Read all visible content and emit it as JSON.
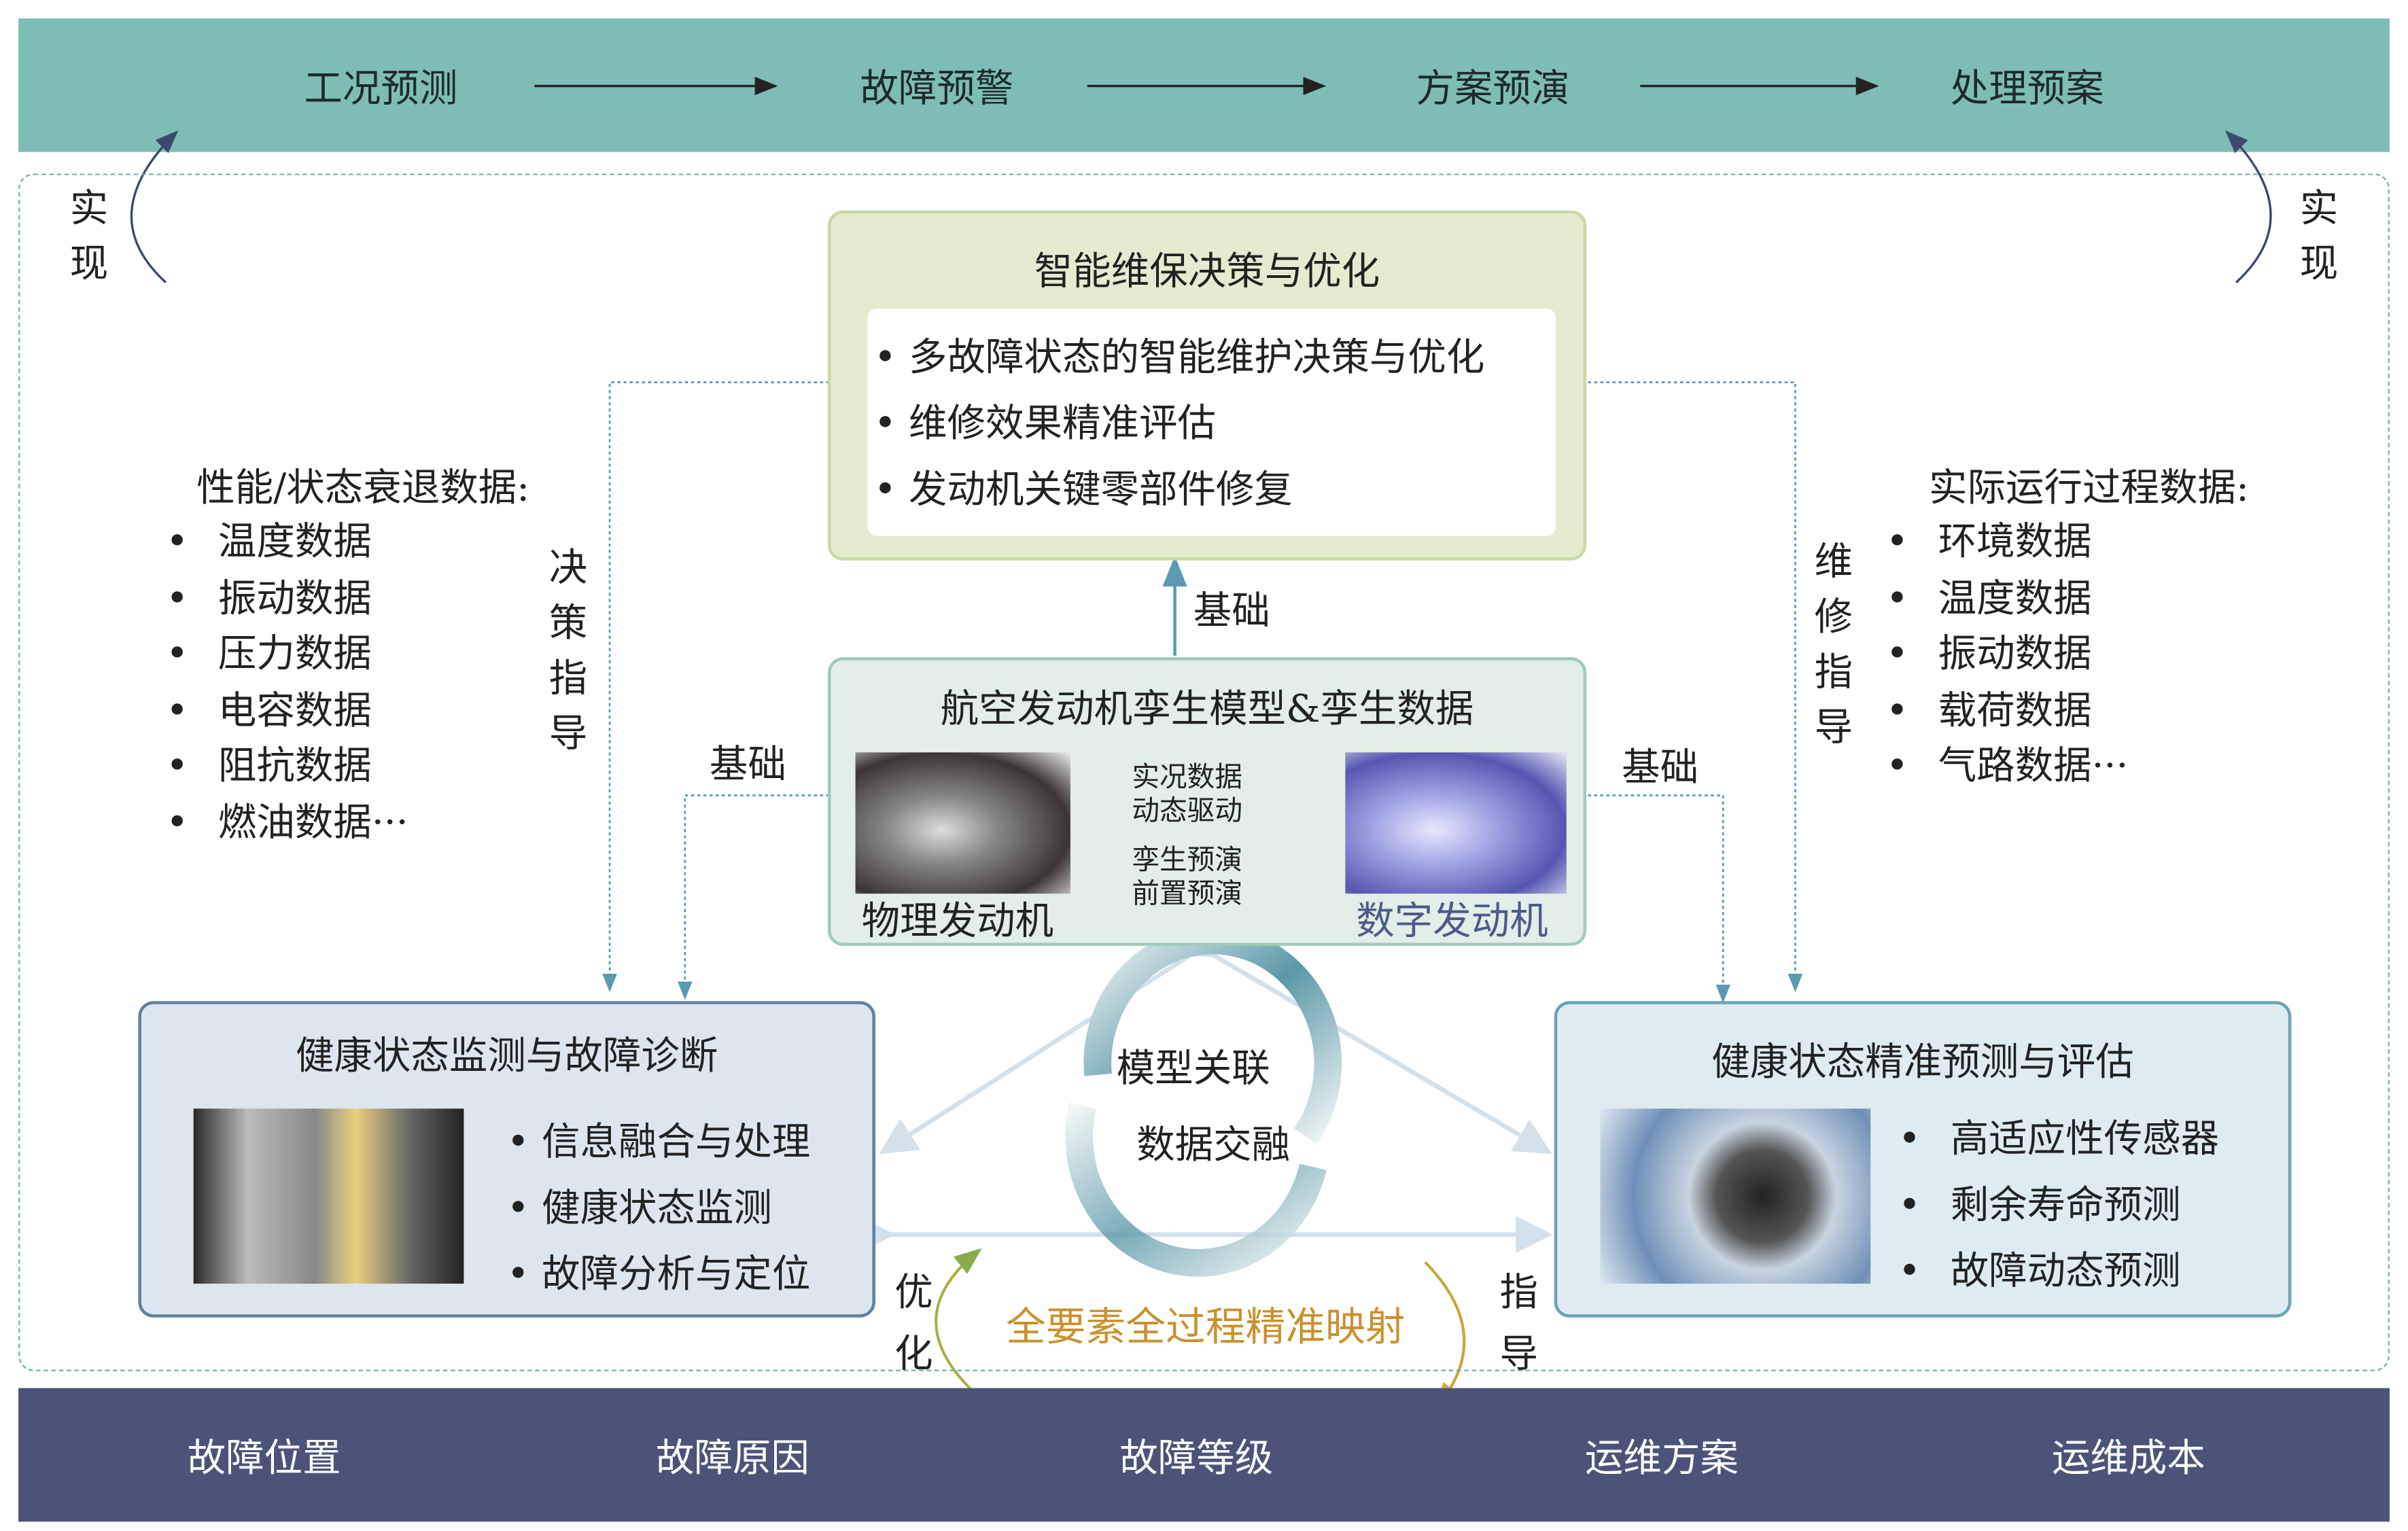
{
  "top_flow": [
    "工况预测",
    "故障预警",
    "方案预演",
    "处理预案"
  ],
  "bottom_flow": [
    "故障位置",
    "故障原因",
    "故障等级",
    "运维方案",
    "运维成本"
  ],
  "realize_left": [
    "实",
    "现"
  ],
  "realize_right": [
    "实",
    "现"
  ],
  "decision_box": {
    "title": "智能维保决策与优化",
    "items": [
      "多故障状态的智能维护决策与优化",
      "维修效果精准评估",
      "发动机关键零部件修复"
    ]
  },
  "twin_box": {
    "title": "航空发动机孪生模型&孪生数据",
    "physical_label": "物理发动机",
    "digital_label": "数字发动机",
    "forward_label": [
      "实况数据",
      "动态驱动"
    ],
    "backward_label": [
      "孪生预演",
      "前置预演"
    ]
  },
  "basis_labels": {
    "top": "基础",
    "left": "基础",
    "right": "基础"
  },
  "left_data": {
    "title": "性能/状态衰退数据:",
    "items": [
      "温度数据",
      "振动数据",
      "压力数据",
      "电容数据",
      "阻抗数据",
      "燃油数据···"
    ]
  },
  "right_data": {
    "title": "实际运行过程数据:",
    "items": [
      "环境数据",
      "温度数据",
      "振动数据",
      "载荷数据",
      "气路数据···"
    ]
  },
  "decision_guide": [
    "决",
    "策",
    "指",
    "导"
  ],
  "maintenance_guide": [
    "维",
    "修",
    "指",
    "导"
  ],
  "monitor_box": {
    "title": "健康状态监测与故障诊断",
    "items": [
      "信息融合与处理",
      "健康状态监测",
      "故障分析与定位"
    ]
  },
  "predict_box": {
    "title": "健康状态精准预测与评估",
    "items": [
      "高适应性传感器",
      "剩余寿命预测",
      "故障动态预测"
    ]
  },
  "cycle_labels": [
    "模型关联",
    "数据交融"
  ],
  "mapping_label": "全要素全过程精准映射",
  "optimize_label": [
    "优",
    "化"
  ],
  "guide_label": [
    "指",
    "导"
  ],
  "colors": {
    "top_bar": "#7ebdb6",
    "bottom_bar": "#4b5478",
    "mapping_text": "#c8922e",
    "digital_text": "#4c5a8c"
  }
}
